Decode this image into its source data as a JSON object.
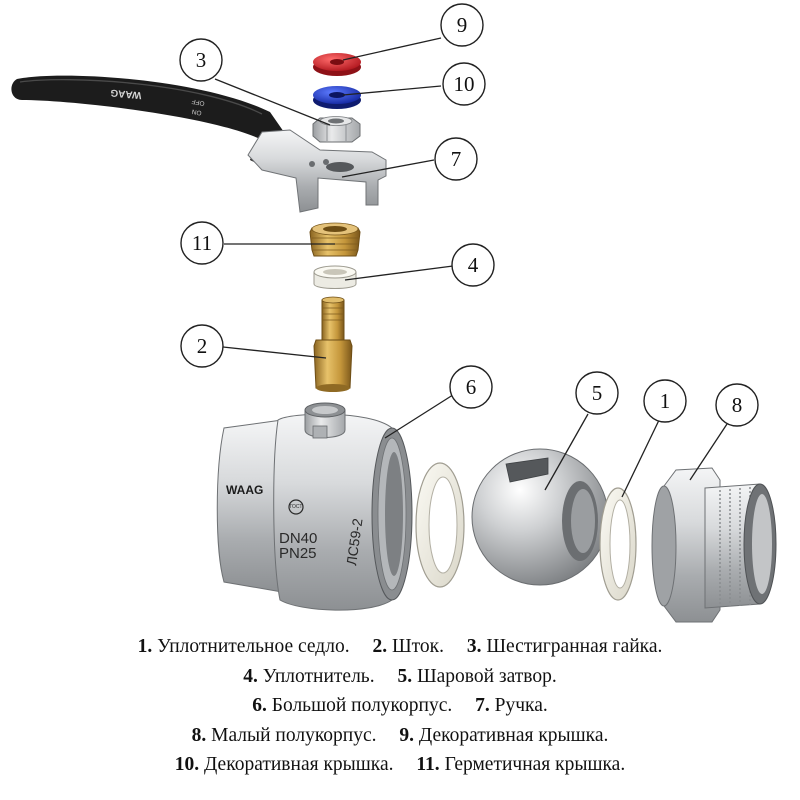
{
  "diagram": {
    "callouts": [
      {
        "id": "9",
        "label": "9"
      },
      {
        "id": "10",
        "label": "10"
      },
      {
        "id": "3",
        "label": "3"
      },
      {
        "id": "7",
        "label": "7"
      },
      {
        "id": "11",
        "label": "11"
      },
      {
        "id": "4",
        "label": "4"
      },
      {
        "id": "2",
        "label": "2"
      },
      {
        "id": "6",
        "label": "6"
      },
      {
        "id": "5",
        "label": "5"
      },
      {
        "id": "1",
        "label": "1"
      },
      {
        "id": "8",
        "label": "8"
      }
    ],
    "handle_marks": {
      "brand": "WAAG",
      "off": "OFF",
      "on": "ON"
    },
    "body_marks": {
      "brand": "WAAG",
      "stamp": "ГОСТ",
      "dn": "DN40",
      "pn": "PN25",
      "alloy": "ЛС59-2"
    },
    "colors": {
      "cap_red": "#d8222a",
      "cap_blue": "#1f3fd1",
      "brass": "#c79a3a",
      "chrome": "#c9cbcd",
      "handle": "#1c1c1c"
    }
  },
  "legend": {
    "items": [
      {
        "num": "1.",
        "text": "Уплотнительное седло."
      },
      {
        "num": "2.",
        "text": "Шток."
      },
      {
        "num": "3.",
        "text": "Шестигранная гайка."
      },
      {
        "num": "4.",
        "text": "Уплотнитель."
      },
      {
        "num": "5.",
        "text": "Шаровой затвор."
      },
      {
        "num": "6.",
        "text": "Большой полукорпус."
      },
      {
        "num": "7.",
        "text": "Ручка."
      },
      {
        "num": "8.",
        "text": "Малый полукорпус."
      },
      {
        "num": "9.",
        "text": "Декоративная крышка."
      },
      {
        "num": "10.",
        "text": "Декоративная крышка."
      },
      {
        "num": "11.",
        "text": "Герметичная крышка."
      }
    ]
  }
}
